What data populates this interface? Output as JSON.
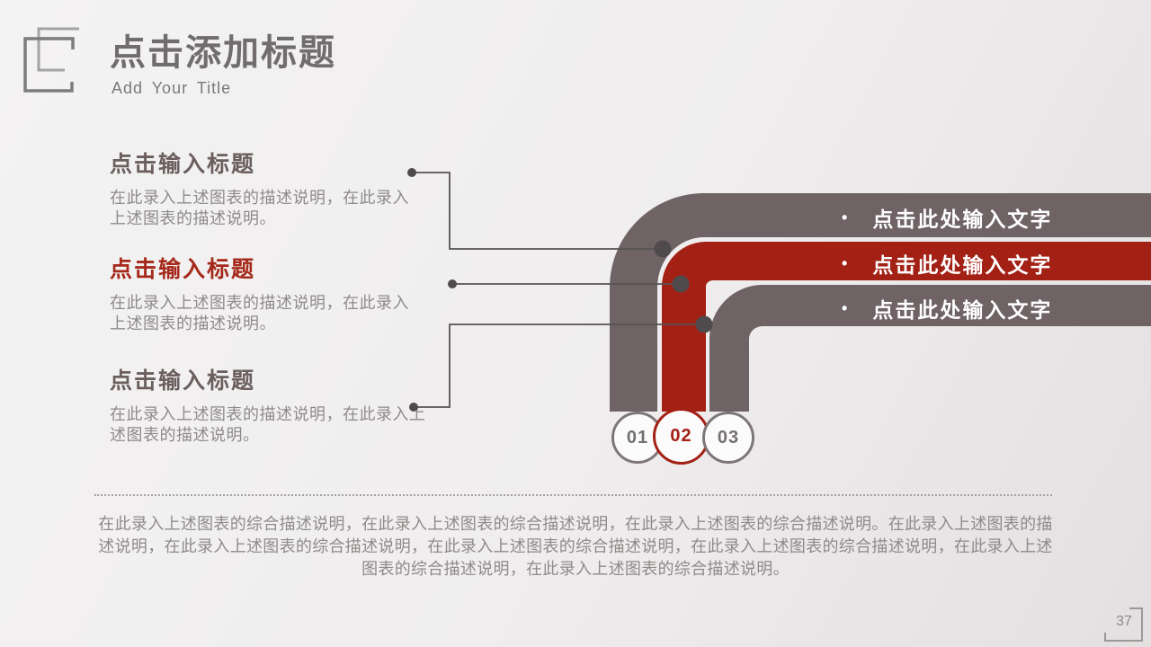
{
  "colors": {
    "taupe": "#6f6365",
    "red": "#a32015",
    "red-heading": "#a5291a",
    "title-gray": "#716d6d",
    "heading-gray": "#6b5e5e",
    "body-gray": "#8f8a8a",
    "line": "#575253",
    "dot": "#4f4a4c",
    "circle-gray": "#7e7778",
    "circle-num-gray": "#757070"
  },
  "header": {
    "title": "点击添加标题",
    "subtitle": "Add Your Title"
  },
  "left_blocks": [
    {
      "title": "点击输入标题",
      "desc": "在此录入上述图表的描述说明，在此录入上述图表的描述说明。"
    },
    {
      "title": "点击输入标题",
      "desc": "在此录入上述图表的描述说明，在此录入上述图表的描述说明。"
    },
    {
      "title": "点击输入标题",
      "desc": "在此录入上述图表的描述说明，在此录入上述图表的描述说明。"
    }
  ],
  "pipe_rows": {
    "bullet": "•",
    "labels": [
      "点击此处输入文字",
      "点击此处输入文字",
      "点击此处输入文字"
    ]
  },
  "steps": [
    "01",
    "02",
    "03"
  ],
  "footer": {
    "paragraph": "在此录入上述图表的综合描述说明，在此录入上述图表的综合描述说明，在此录入上述图表的综合描述说明。在此录入上述图表的描述说明，在此录入上述图表的综合描述说明，在此录入上述图表的综合描述说明，在此录入上述图表的综合描述说明，在此录入上述图表的综合描述说明，在此录入上述图表的综合描述说明。",
    "page_number": "37"
  }
}
